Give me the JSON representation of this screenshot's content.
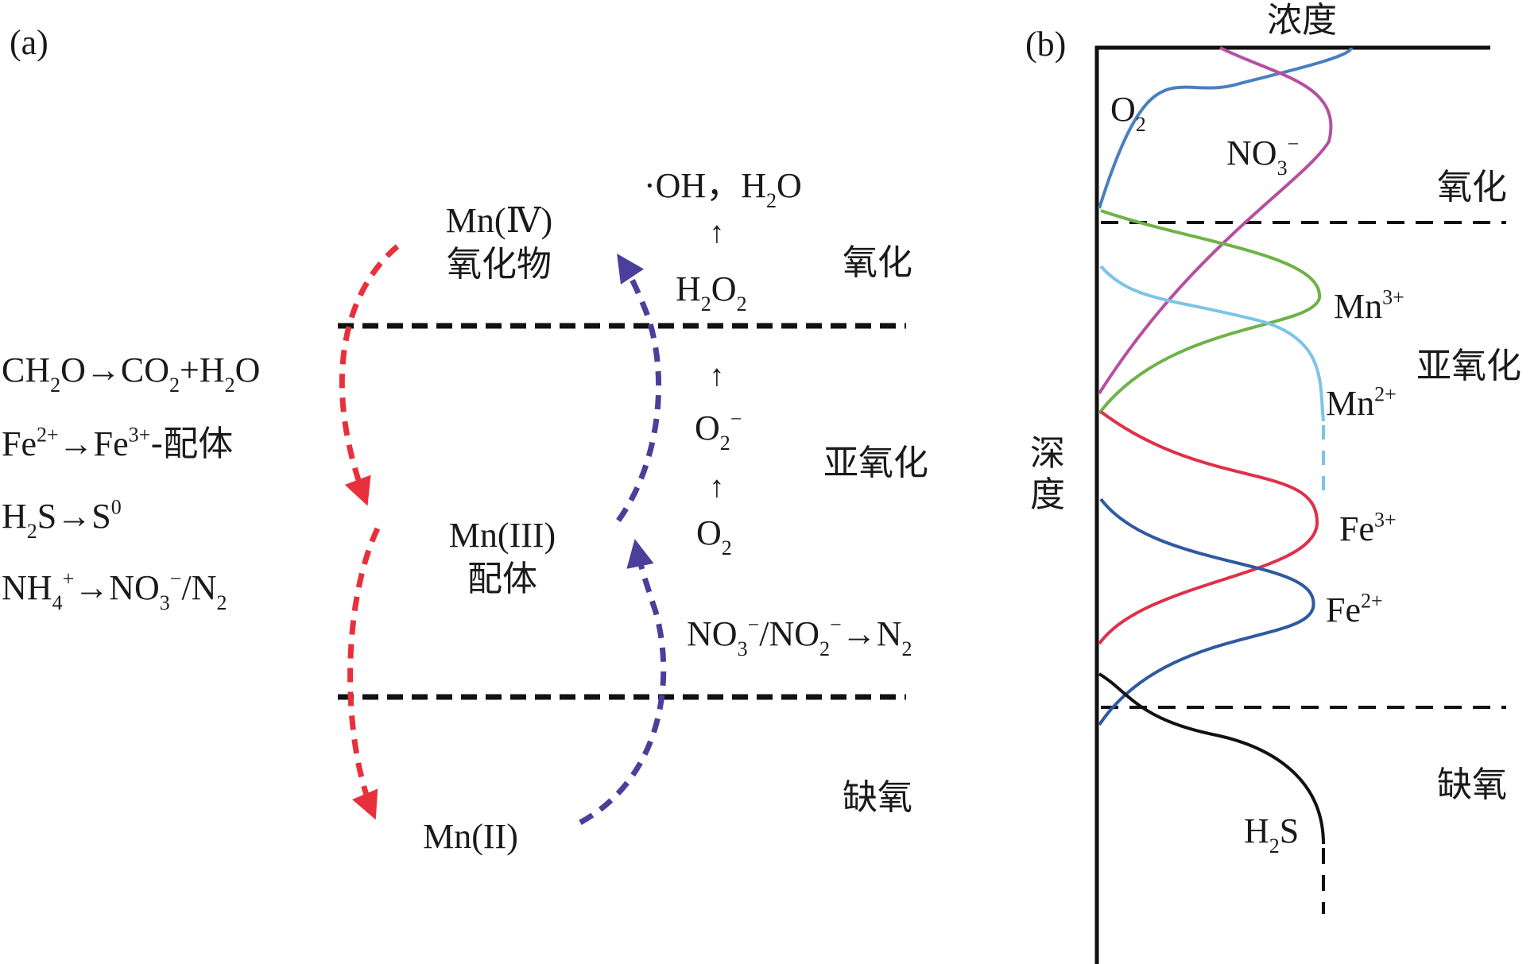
{
  "panel_a": {
    "label": "(a)",
    "zones": {
      "oxic": "氧化",
      "suboxic": "亚氧化",
      "anoxic": "缺氧"
    },
    "species": {
      "mn4": "Mn(Ⅳ)",
      "mn4_sub": "氧化物",
      "mn3": "Mn(III)",
      "mn3_sub": "配体",
      "mn2": "Mn(II)"
    },
    "reductants": [
      {
        "parts": [
          [
            "CH",
            ""
          ],
          [
            "2",
            "sub"
          ],
          [
            "O→CO",
            ""
          ],
          [
            "2",
            "sub"
          ],
          [
            "+H",
            ""
          ],
          [
            "2",
            "sub"
          ],
          [
            "O",
            ""
          ]
        ]
      },
      {
        "parts": [
          [
            "Fe",
            ""
          ],
          [
            "2+",
            "sup"
          ],
          [
            "→Fe",
            ""
          ],
          [
            "3+",
            "sup"
          ],
          [
            "-配体",
            ""
          ]
        ]
      },
      {
        "parts": [
          [
            "H",
            ""
          ],
          [
            "2",
            "sub"
          ],
          [
            "S→S",
            ""
          ],
          [
            "0",
            "sup"
          ]
        ]
      },
      {
        "parts": [
          [
            "NH",
            ""
          ],
          [
            "4",
            "sub"
          ],
          [
            "+",
            "sup"
          ],
          [
            "→NO",
            ""
          ],
          [
            "3",
            "sub"
          ],
          [
            "−",
            "sup"
          ],
          [
            "/N",
            ""
          ],
          [
            "2",
            "sub"
          ]
        ]
      }
    ],
    "oxidants": {
      "top": {
        "parts": [
          [
            "·OH，H",
            ""
          ],
          [
            "2",
            "sub"
          ],
          [
            "O",
            ""
          ]
        ]
      },
      "arrow1": "↑",
      "h2o2": {
        "parts": [
          [
            "H",
            ""
          ],
          [
            "2",
            "sub"
          ],
          [
            "O",
            ""
          ],
          [
            "2",
            "sub"
          ]
        ]
      },
      "arrow2": "↑",
      "superoxide": {
        "parts": [
          [
            "O",
            ""
          ],
          [
            "2",
            "sub"
          ],
          [
            "−",
            "sup"
          ]
        ]
      },
      "arrow3": "↑",
      "o2": {
        "parts": [
          [
            "O",
            ""
          ],
          [
            "2",
            "sub"
          ]
        ]
      },
      "nitrate": {
        "parts": [
          [
            "NO",
            ""
          ],
          [
            "3",
            "sub"
          ],
          [
            "−",
            "sup"
          ],
          [
            "/NO",
            ""
          ],
          [
            "2",
            "sub"
          ],
          [
            "−",
            "sup"
          ],
          [
            "→N",
            ""
          ],
          [
            "2",
            "sub"
          ]
        ]
      }
    },
    "colors": {
      "reduction": "#e8303c",
      "oxidation": "#4a3f9a",
      "boundary": "#111111"
    }
  },
  "panel_b": {
    "label": "(b)",
    "x_axis_label": "浓度",
    "y_axis_label": "深度",
    "zones": {
      "oxic": "氧化",
      "suboxic": "亚氧化",
      "anoxic": "缺氧"
    },
    "curves": [
      {
        "name": "O2",
        "label": {
          "parts": [
            [
              "O",
              ""
            ],
            [
              "2",
              "sub"
            ]
          ]
        },
        "color": "#4a7fc0"
      },
      {
        "name": "NO3-",
        "label": {
          "parts": [
            [
              "NO",
              ""
            ],
            [
              "3",
              "sub"
            ],
            [
              "−",
              "sup"
            ]
          ]
        },
        "color": "#b64fa0"
      },
      {
        "name": "Mn3+",
        "label": {
          "parts": [
            [
              "Mn",
              ""
            ],
            [
              "3+",
              "sup"
            ]
          ]
        },
        "color": "#6fb24a"
      },
      {
        "name": "Mn2+",
        "label": {
          "parts": [
            [
              "Mn",
              ""
            ],
            [
              "2+",
              "sup"
            ]
          ]
        },
        "color": "#7cc4e8"
      },
      {
        "name": "Fe3+",
        "label": {
          "parts": [
            [
              "Fe",
              ""
            ],
            [
              "3+",
              "sup"
            ]
          ]
        },
        "color": "#e0304a"
      },
      {
        "name": "Fe2+",
        "label": {
          "parts": [
            [
              "Fe",
              ""
            ],
            [
              "2+",
              "sup"
            ]
          ]
        },
        "color": "#2e5aa0"
      },
      {
        "name": "H2S",
        "label": {
          "parts": [
            [
              "H",
              ""
            ],
            [
              "2",
              "sub"
            ],
            [
              "S",
              ""
            ]
          ]
        },
        "color": "#111111"
      }
    ]
  }
}
